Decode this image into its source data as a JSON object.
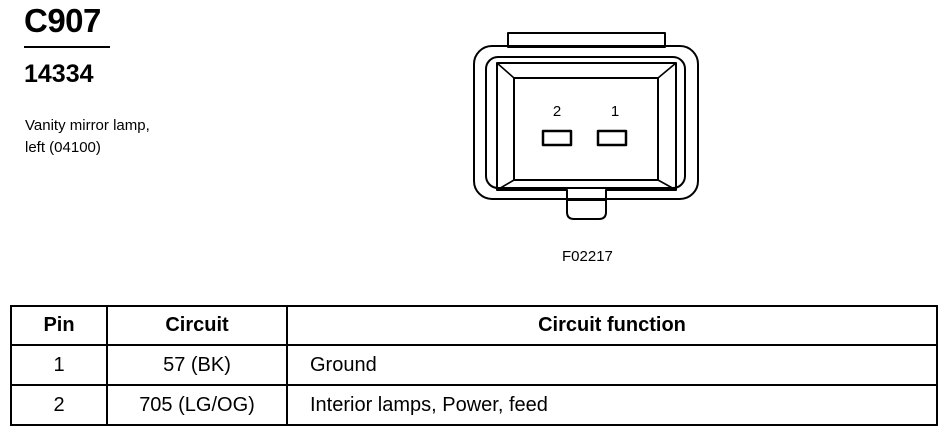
{
  "header": {
    "connector_id": "C907",
    "part_number": "14334",
    "description_line1": "Vanity mirror lamp,",
    "description_line2": "left (04100)"
  },
  "connector_view": {
    "pin_labels": [
      "2",
      "1"
    ],
    "figure_id": "F02217"
  },
  "table": {
    "columns": [
      "Pin",
      "Circuit",
      "Circuit function"
    ],
    "rows": [
      {
        "pin": "1",
        "circuit": "57 (BK)",
        "function": "Ground"
      },
      {
        "pin": "2",
        "circuit": "705 (LG/OG)",
        "function": "Interior lamps, Power, feed"
      }
    ]
  }
}
